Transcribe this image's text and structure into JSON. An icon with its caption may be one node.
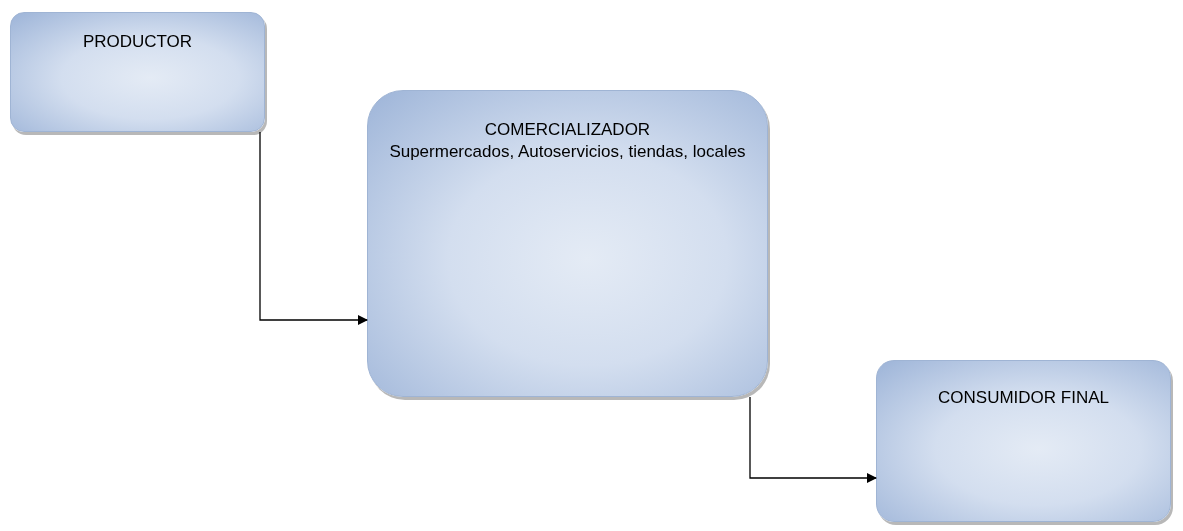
{
  "diagram": {
    "nodes": [
      {
        "text": [
          "PRODUCTOR"
        ]
      },
      {
        "text": [
          "COMERCIALIZADOR",
          "Supermercados, Autoservicios, tiendas, locales"
        ]
      },
      {
        "text": [
          "CONSUMIDOR FINAL"
        ]
      }
    ],
    "edges": [
      {
        "from": 0,
        "to": 1,
        "arrow": "to"
      },
      {
        "from": 1,
        "to": 2,
        "arrow": "to"
      }
    ]
  }
}
